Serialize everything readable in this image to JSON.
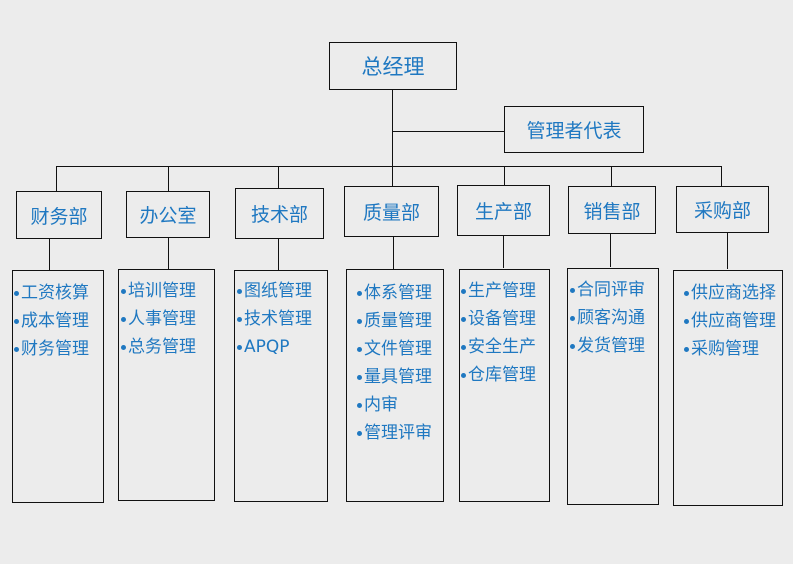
{
  "top": {
    "ceo": "总经理",
    "management_representative": "管理者代表"
  },
  "departments": [
    {
      "name": "财务部",
      "items": [
        "工资核算",
        "成本管理",
        "财务管理"
      ]
    },
    {
      "name": "办公室",
      "items": [
        "培训管理",
        "人事管理",
        "总务管理"
      ]
    },
    {
      "name": "技术部",
      "items": [
        "图纸管理",
        "技术管理",
        "APQP"
      ]
    },
    {
      "name": "质量部",
      "items": [
        "体系管理",
        "质量管理",
        "文件管理",
        "量具管理",
        "内审",
        "管理评审"
      ]
    },
    {
      "name": "生产部",
      "items": [
        "生产管理",
        "设备管理",
        "安全生产",
        "仓库管理"
      ]
    },
    {
      "name": "销售部",
      "items": [
        "合同评审",
        "顾客沟通",
        "发货管理"
      ]
    },
    {
      "name": "采购部",
      "items": [
        "供应商选择",
        "供应商管理",
        "采购管理"
      ]
    }
  ],
  "colors": {
    "text": "#1f78c1",
    "lines": "#111111",
    "background": "#ececec"
  }
}
